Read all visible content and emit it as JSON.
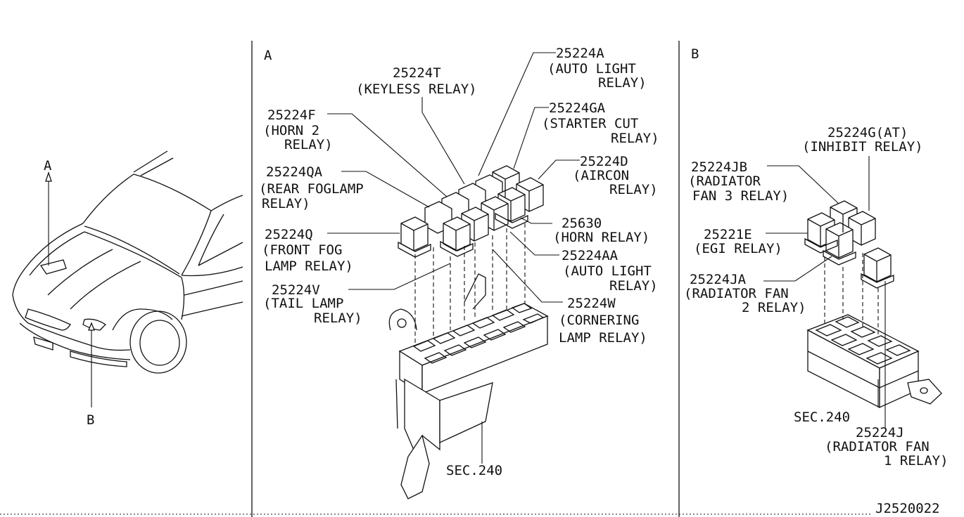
{
  "panels": {
    "a": {
      "letter": "A"
    },
    "b": {
      "letter": "B"
    }
  },
  "car_view": {
    "callout_a": "A",
    "callout_b": "B"
  },
  "labels_a": [
    {
      "id": "25224a",
      "lines": [
        "25224A",
        "(AUTO LIGHT",
        "RELAY)"
      ]
    },
    {
      "id": "25224t",
      "lines": [
        "25224T",
        "(KEYLESS RELAY)"
      ]
    },
    {
      "id": "25224f",
      "lines": [
        "25224F",
        "(HORN 2",
        "RELAY)"
      ]
    },
    {
      "id": "25224ga",
      "lines": [
        "25224GA",
        "(STARTER CUT",
        "RELAY)"
      ]
    },
    {
      "id": "25224qa",
      "lines": [
        "25224QA",
        "(REAR FOGLAMP",
        "RELAY)"
      ]
    },
    {
      "id": "25224d",
      "lines": [
        "25224D",
        "(AIRCON",
        "RELAY)"
      ]
    },
    {
      "id": "25224q",
      "lines": [
        "25224Q",
        "(FRONT FOG",
        "LAMP RELAY)"
      ]
    },
    {
      "id": "25630",
      "lines": [
        "25630",
        "(HORN RELAY)"
      ]
    },
    {
      "id": "25224aa",
      "lines": [
        "25224AA",
        "(AUTO LIGHT",
        "RELAY)"
      ]
    },
    {
      "id": "25224v",
      "lines": [
        "25224V",
        "(TAIL LAMP",
        "RELAY)"
      ]
    },
    {
      "id": "25224w",
      "lines": [
        "25224W",
        "(CORNERING",
        "LAMP  RELAY)"
      ]
    },
    {
      "id": "sec240a",
      "lines": [
        "SEC.240"
      ]
    }
  ],
  "labels_b": [
    {
      "id": "25224g",
      "lines": [
        "25224G(AT)",
        "(INHIBIT RELAY)"
      ]
    },
    {
      "id": "25224jb",
      "lines": [
        "25224JB",
        "(RADIATOR",
        "FAN 3 RELAY)"
      ]
    },
    {
      "id": "25221e",
      "lines": [
        "25221E",
        "(EGI RELAY)"
      ]
    },
    {
      "id": "25224ja",
      "lines": [
        "25224JA",
        "(RADIATOR FAN",
        "2 RELAY)"
      ]
    },
    {
      "id": "sec240b",
      "lines": [
        "SEC.240"
      ]
    },
    {
      "id": "25224j",
      "lines": [
        "25224J",
        "(RADIATOR FAN",
        "1 RELAY)"
      ]
    }
  ],
  "drawing_id": "J2520022"
}
